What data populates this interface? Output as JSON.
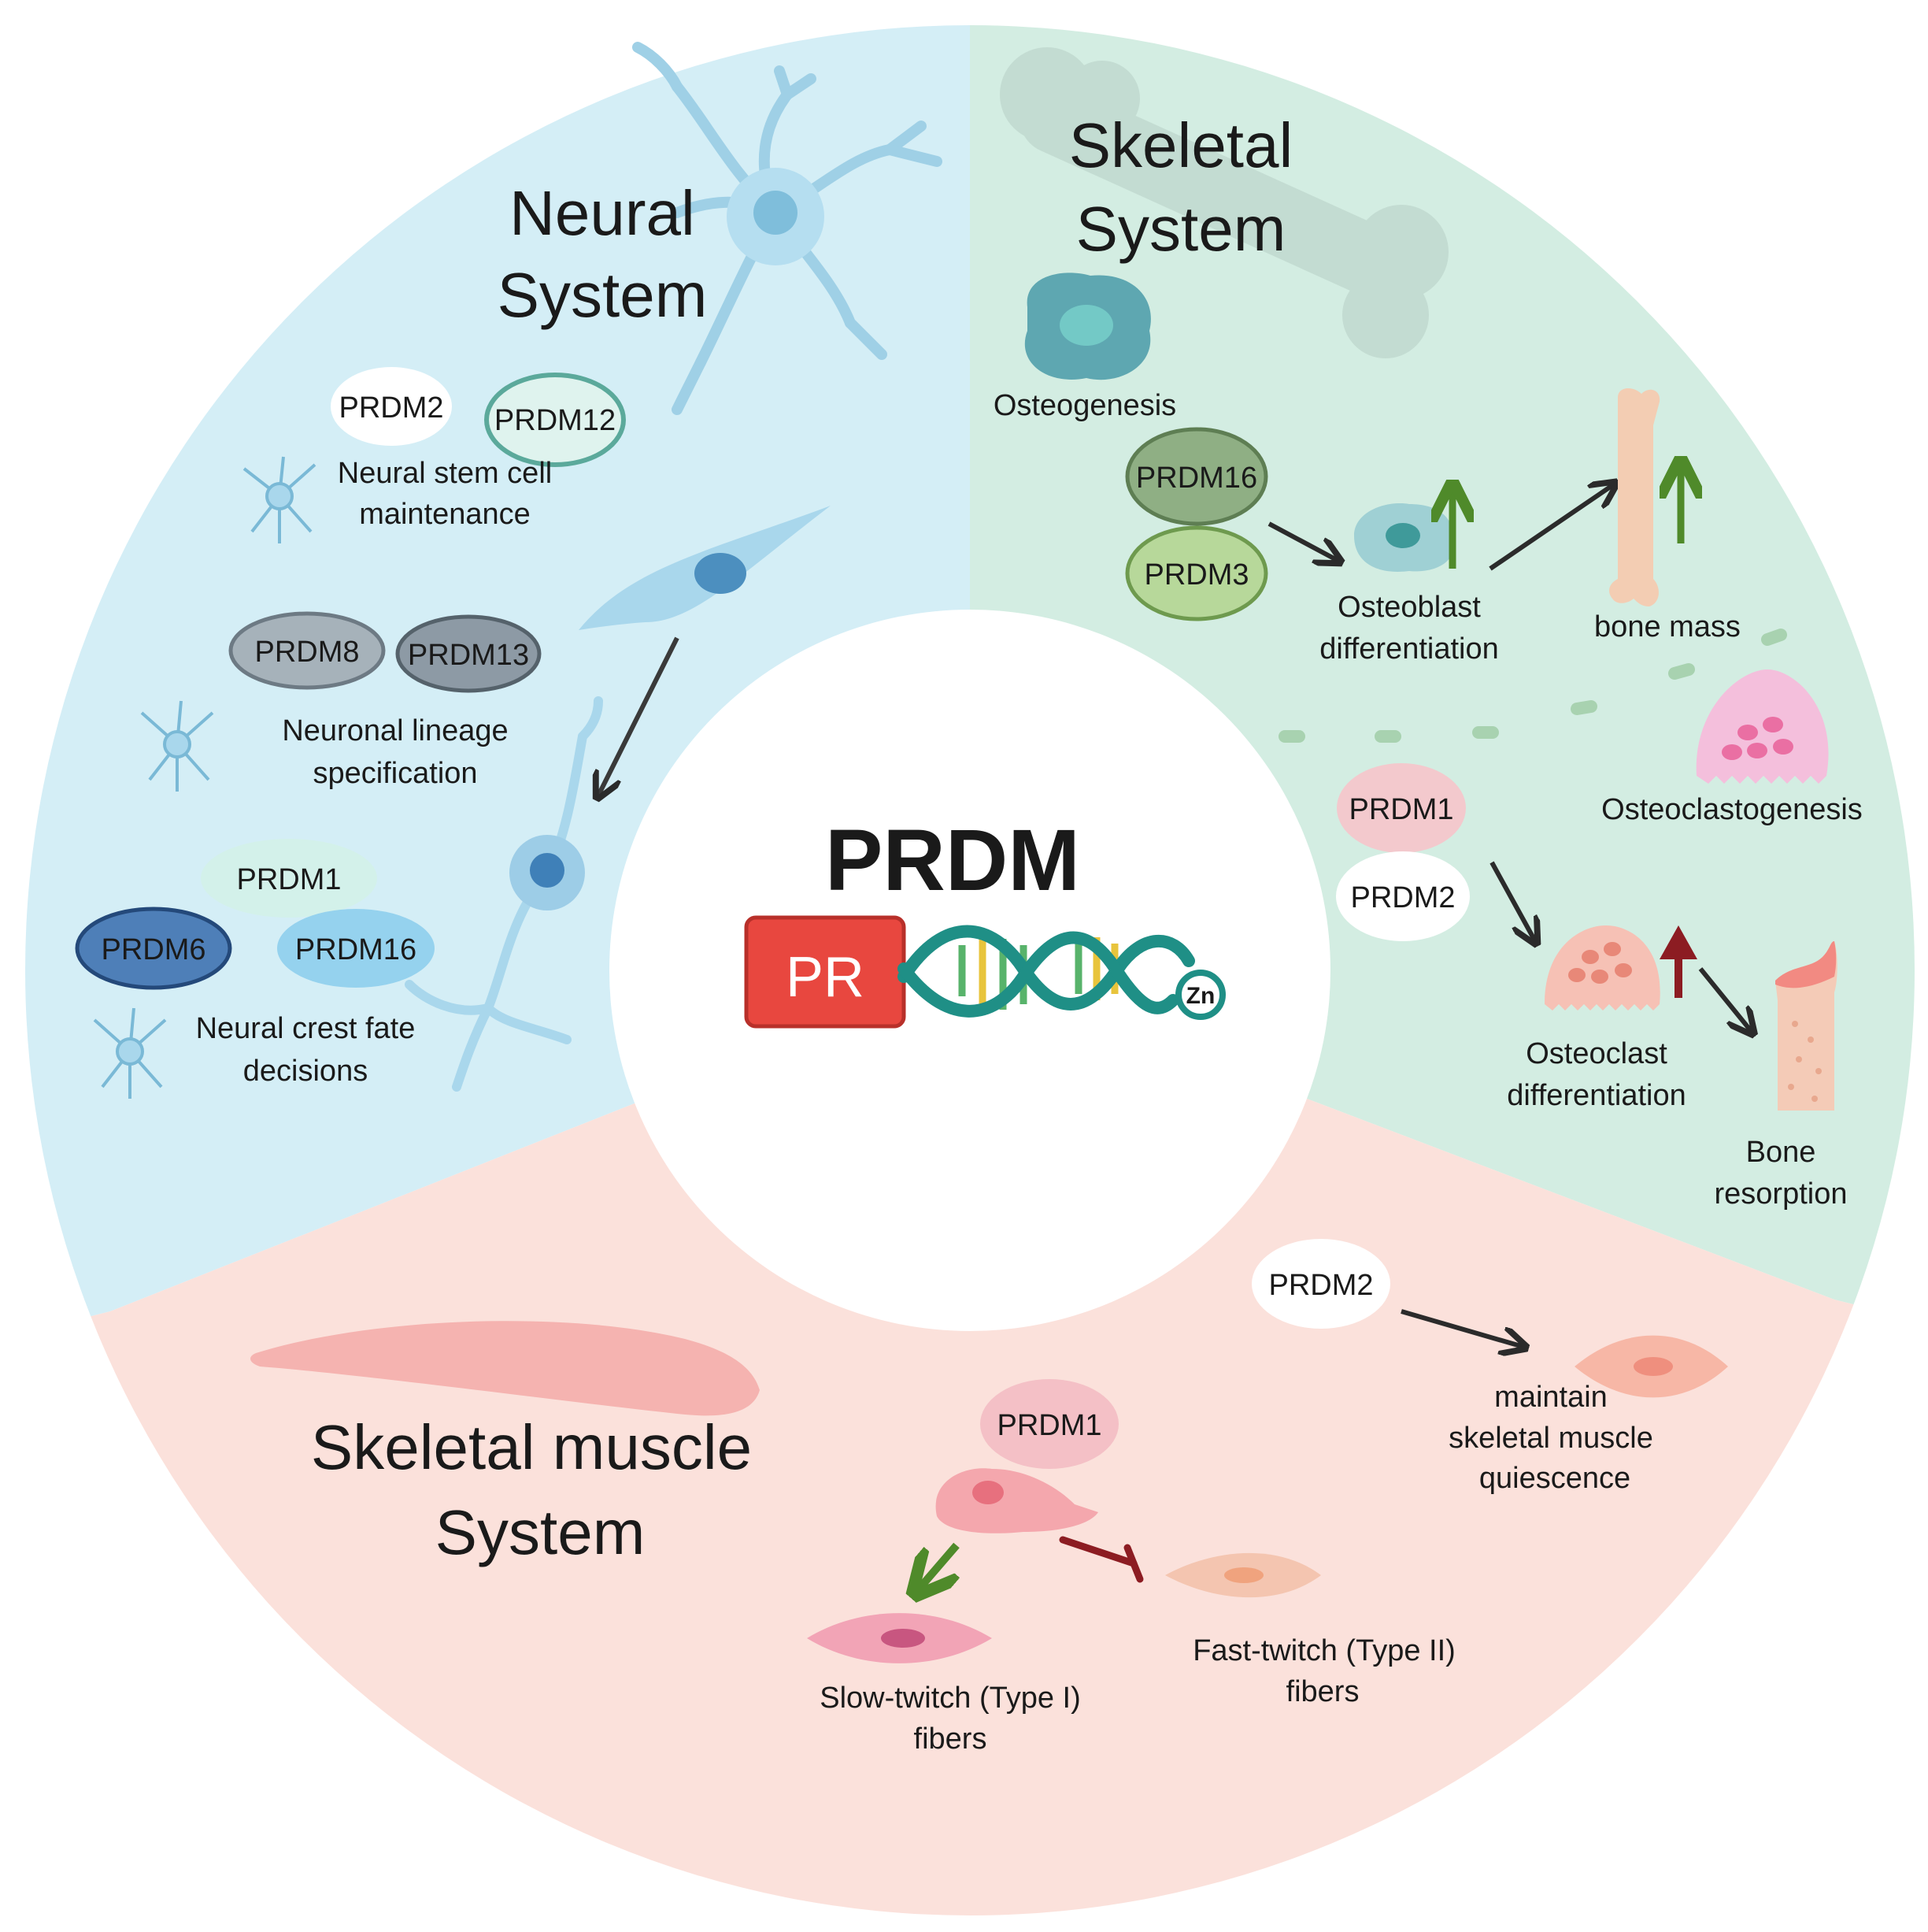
{
  "center": {
    "title": "PRDM",
    "pr_box": "PR",
    "zn": "Zn"
  },
  "neural": {
    "title_line1": "Neural",
    "title_line2": "System",
    "pill_prdm2": "PRDM2",
    "pill_prdm12": "PRDM12",
    "stem_line1": "Neural stem cell",
    "stem_line2": "maintenance",
    "pill_prdm8": "PRDM8",
    "pill_prdm13": "PRDM13",
    "lineage_line1": "Neuronal lineage",
    "lineage_line2": "specification",
    "pill_prdm1": "PRDM1",
    "pill_prdm6": "PRDM6",
    "pill_prdm16": "PRDM16",
    "crest_line1": "Neural crest fate",
    "crest_line2": "decisions"
  },
  "skeletal": {
    "title_line1": "Skeletal",
    "title_line2": "System",
    "osteogenesis": "Osteogenesis",
    "pill_prdm16": "PRDM16",
    "pill_prdm3": "PRDM3",
    "osteoblast_line1": "Osteoblast",
    "osteoblast_line2": "differentiation",
    "bone_mass": "bone mass",
    "osteoclastogenesis": "Osteoclastogenesis",
    "pill_prdm1": "PRDM1",
    "pill_prdm2": "PRDM2",
    "osteoclast_line1": "Osteoclast",
    "osteoclast_line2": "differentiation",
    "resorption_line1": "Bone",
    "resorption_line2": "resorption"
  },
  "muscle": {
    "title_line1": "Skeletal muscle",
    "title_line2": "System",
    "pill_prdm2": "PRDM2",
    "maintain_line1": "maintain",
    "maintain_line2": "skeletal muscle",
    "maintain_line3": "quiescence",
    "pill_prdm1": "PRDM1",
    "slow_line1": "Slow-twitch (Type I)",
    "slow_line2": "fibers",
    "fast_line1": "Fast-twitch (Type II)",
    "fast_line2": "fibers"
  },
  "colors": {
    "neural_bg": "#d4eef6",
    "skeletal_bg": "#d3ede2",
    "muscle_bg": "#fbe1db",
    "pr_red": "#e8473f",
    "dna_teal": "#1f8f86",
    "up_green": "#4f8a2a",
    "up_darkred": "#8c1c22"
  }
}
